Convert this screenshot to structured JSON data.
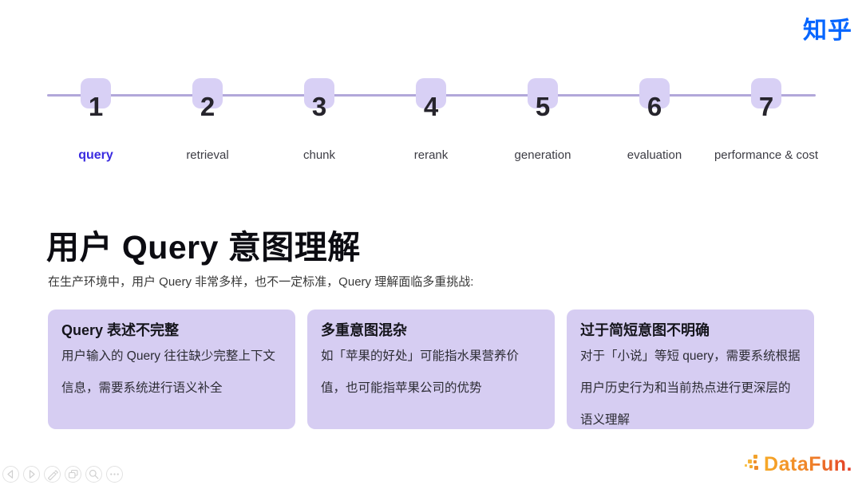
{
  "header": {
    "zhihu_logo": "知乎"
  },
  "timeline": {
    "steps": [
      {
        "number": "1",
        "label": "query",
        "active": true
      },
      {
        "number": "2",
        "label": "retrieval",
        "active": false
      },
      {
        "number": "3",
        "label": "chunk",
        "active": false
      },
      {
        "number": "4",
        "label": "rerank",
        "active": false
      },
      {
        "number": "5",
        "label": "generation",
        "active": false
      },
      {
        "number": "6",
        "label": "evaluation",
        "active": false
      },
      {
        "number": "7",
        "label": "performance & cost",
        "active": false
      }
    ]
  },
  "content": {
    "title": "用户 Query 意图理解",
    "subtitle": "在生产环境中，用户 Query 非常多样，也不一定标准，Query 理解面临多重挑战:"
  },
  "cards": [
    {
      "title": "Query 表述不完整",
      "body": "用户输入的 Query 往往缺少完整上下文信息，需要系统进行语义补全"
    },
    {
      "title": "多重意图混杂",
      "body": "如「苹果的好处」可能指水果营养价值，也可能指苹果公司的优势"
    },
    {
      "title": "过于简短意图不明确",
      "body": "对于「小说」等短 query，需要系统根据用户历史行为和当前热点进行更深层的语义理解"
    }
  ],
  "footer": {
    "datafun_text": "DataFun.",
    "player_controls": [
      "previous-slide",
      "next-slide",
      "annotate-pen",
      "slide-sorter",
      "zoom",
      "more-options"
    ]
  },
  "colors": {
    "zhihu_blue": "#0666ff",
    "active_step_blue": "#3a2be0",
    "card_background": "#d6cdf2",
    "timeline_node_background": "#d8d0f5",
    "timeline_line": "#b2a7da",
    "datafun_orange": "#f6a928",
    "datafun_red": "#e23a28"
  }
}
